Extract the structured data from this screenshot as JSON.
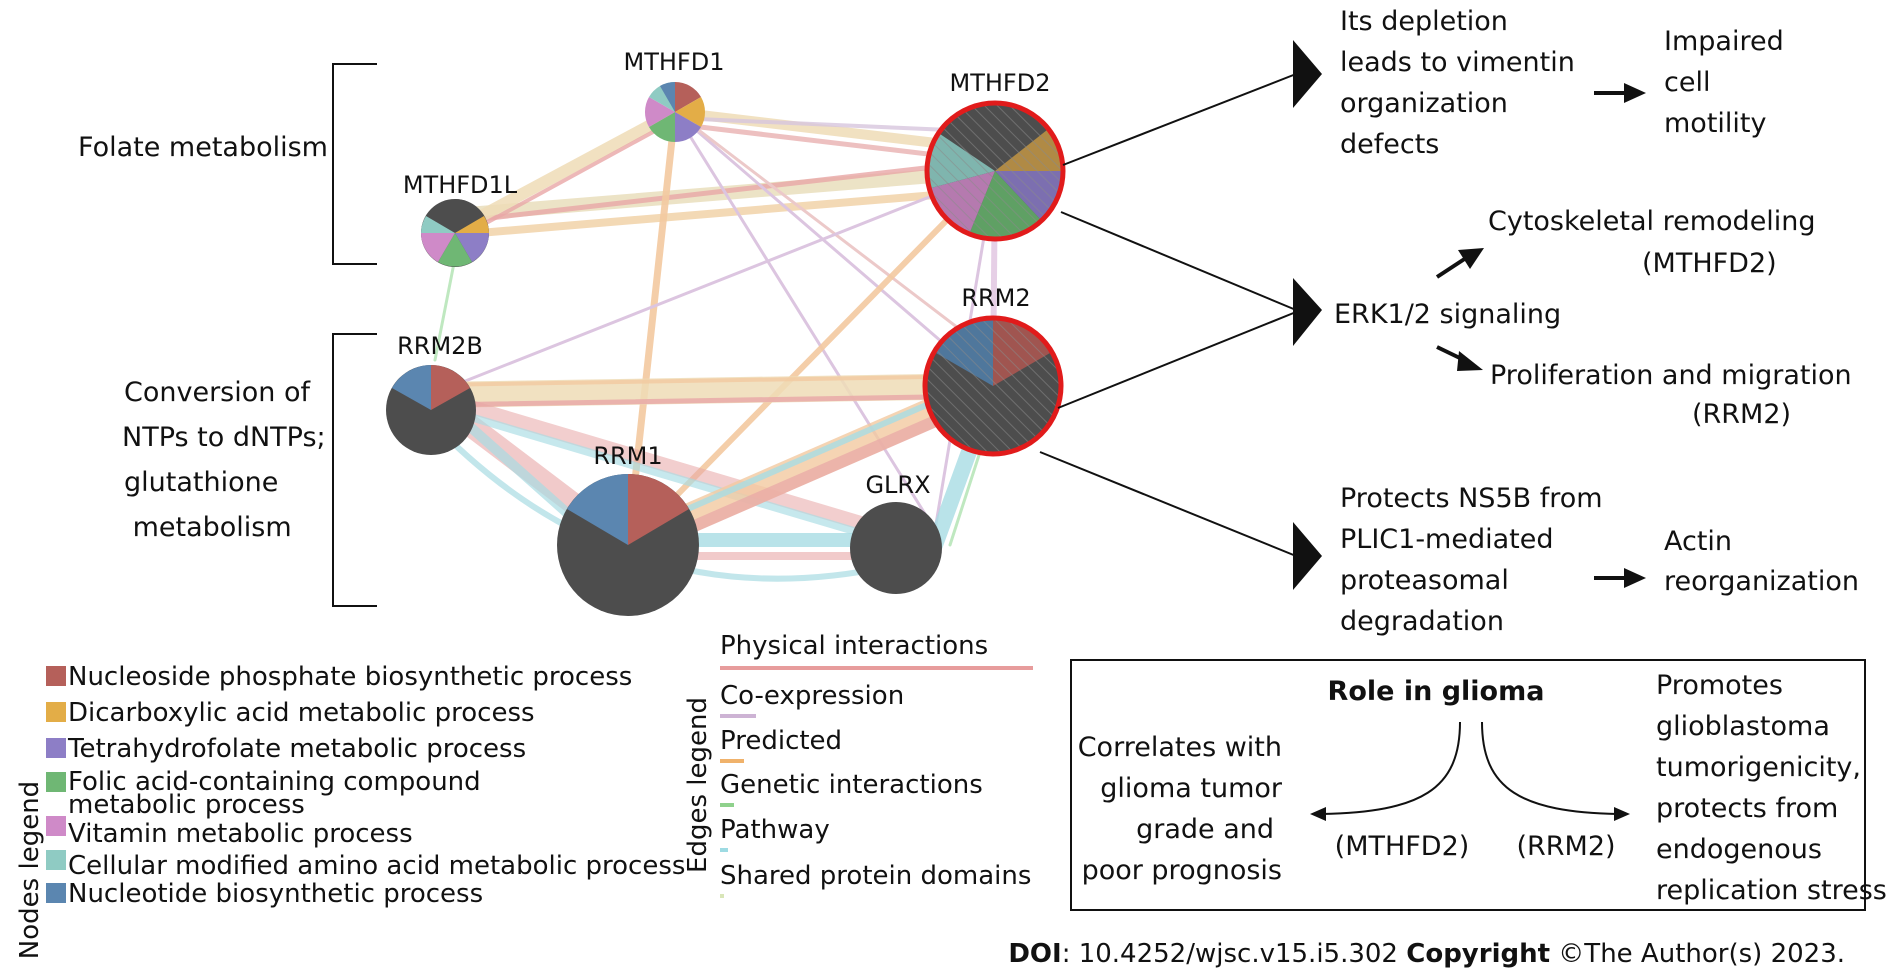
{
  "side_groups": {
    "folate": "Folate metabolism",
    "conversion": [
      "Conversion of",
      "NTPs to dNTPs;",
      "glutathione",
      " metabolism"
    ]
  },
  "genes": {
    "mthfd1": "MTHFD1",
    "mthfd1l": "MTHFD1L",
    "mthfd2": "MTHFD2",
    "rrm2b": "RRM2B",
    "rrm2": "RRM2",
    "rrm1": "RRM1",
    "glrx": "GLRX"
  },
  "outcomes": {
    "vimentin": [
      "Its depletion",
      "leads to vimentin",
      "organization",
      "defects"
    ],
    "motility": [
      "Impaired",
      "cell",
      "motility"
    ],
    "erk": "ERK1/2 signaling",
    "cytoskeletal": "Cytoskeletal remodeling",
    "cytoskeletal_gene": "(MTHFD2)",
    "proliferation": "Proliferation and migration",
    "proliferation_gene": "(RRM2)",
    "ns5b": [
      "Protects NS5B from",
      "PLIC1-mediated",
      "proteasomal",
      "degradation"
    ],
    "actin": [
      "Actin",
      "reorganization"
    ]
  },
  "glioma_box": {
    "title": "Role in glioma",
    "left": [
      "Correlates with",
      "glioma tumor",
      "grade and",
      "poor prognosis"
    ],
    "left_gene": "(MTHFD2)",
    "right_gene": "(RRM2)",
    "right": [
      "Promotes",
      "glioblastoma",
      "tumorigenicity,",
      "protects from",
      "endogenous",
      "replication stress"
    ]
  },
  "nodes_legend": {
    "title": "Nodes legend",
    "items": [
      {
        "label": "Nucleoside phosphate biosynthetic process",
        "color": "#b5605a"
      },
      {
        "label": "Dicarboxylic acid metabolic process",
        "color": "#e3ad47"
      },
      {
        "label": "Tetrahydrofolate metabolic process",
        "color": "#8d7ec6"
      },
      {
        "label": "Folic acid-containing compound",
        "label2": "metabolic process",
        "color": "#6fb774"
      },
      {
        "label": "Vitamin metabolic process",
        "color": "#cf8ac8"
      },
      {
        "label": "Cellular modified amino acid metabolic process",
        "color": "#8fcbc3"
      },
      {
        "label": "Nucleotide biosynthetic process",
        "color": "#5b86b0"
      }
    ]
  },
  "edges_legend": {
    "title": "Edges legend",
    "items": [
      {
        "label": "Physical interactions",
        "color": "#e79c9c"
      },
      {
        "label": "Co-expression",
        "color": "#cdb3d4"
      },
      {
        "label": "Predicted",
        "color": "#f0b26b"
      },
      {
        "label": "Genetic interactions",
        "color": "#8fd18c"
      },
      {
        "label": "Pathway",
        "color": "#9edbe3"
      },
      {
        "label": "Shared protein domains",
        "color": "#d9e6b8"
      }
    ]
  },
  "footer": {
    "doi_label": "DOI",
    "doi_value": ": 10.4252/wjsc.v15.i5.302 ",
    "copyright_label": "Copyright",
    "copyright_value": " ©The Author(s) 2023."
  },
  "colors": {
    "node_dark": "#4d4d4d",
    "highlight_ring": "#e11b1b",
    "text": "#111111"
  }
}
